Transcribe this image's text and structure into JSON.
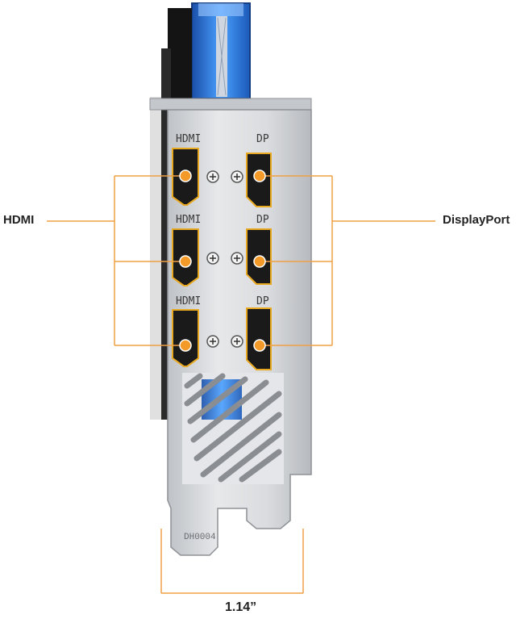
{
  "labels": {
    "left": "HDMI",
    "right": "DisplayPort",
    "width": "1.14”"
  },
  "bracket": {
    "port_labels": [
      "HDMI",
      "DP",
      "HDMI",
      "DP",
      "HDMI",
      "DP"
    ],
    "stamp": "DH0004"
  },
  "colors": {
    "callout_line": "#f0a045",
    "port_gold": "#e8a820",
    "highlight_dot": "#f39a28",
    "bracket_metal": "#d4d6d9",
    "cooler_blue": "#2f7de0"
  }
}
